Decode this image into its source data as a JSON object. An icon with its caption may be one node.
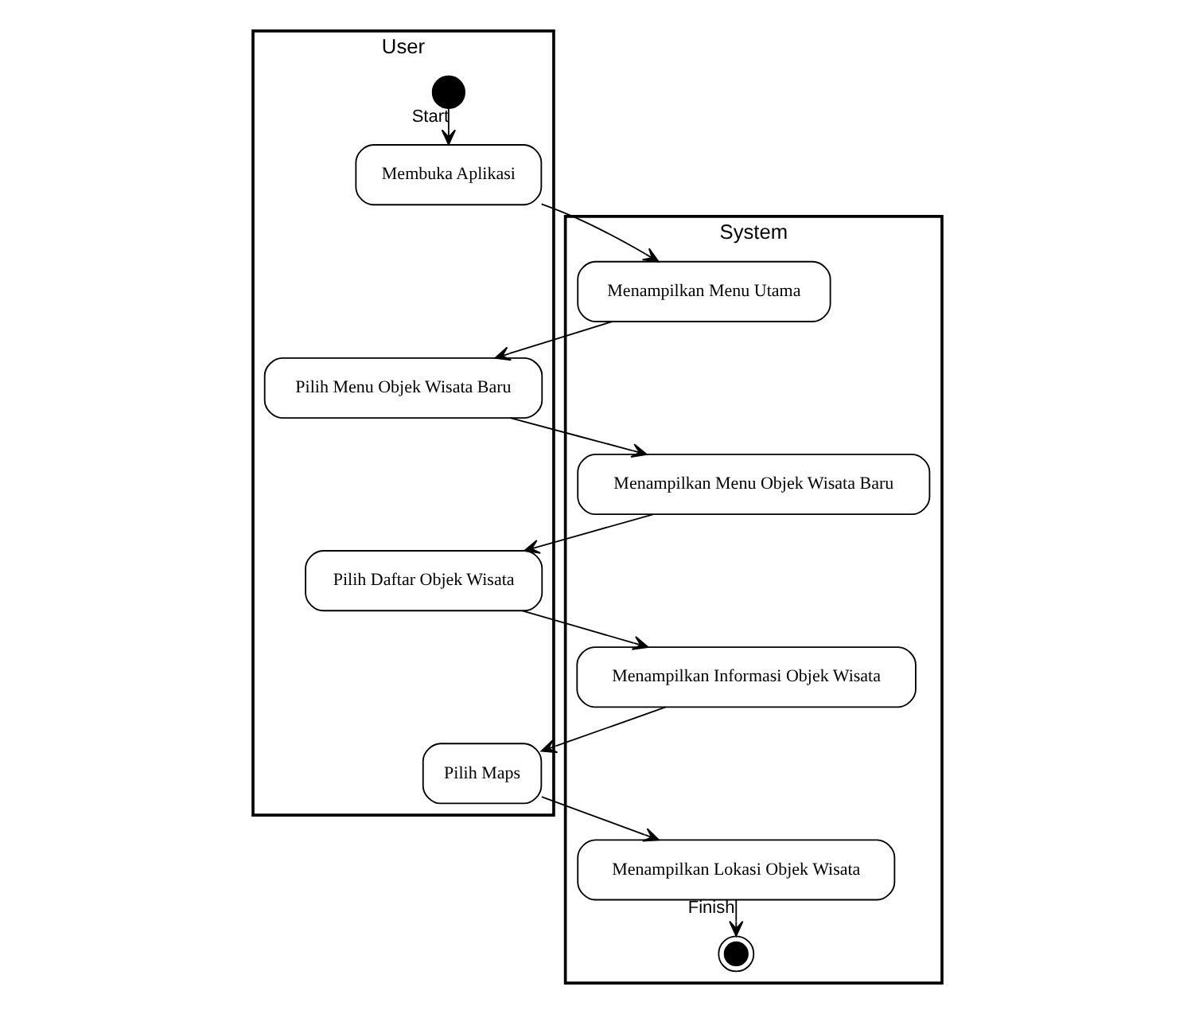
{
  "diagram": {
    "nodes": [
      {
        "text": [
          "User"
        ]
      },
      {
        "text": [
          "System"
        ]
      },
      {
        "text": [],
        "shape": "circle",
        "in": 0
      },
      {
        "text": [
          "Membuka Aplikasi"
        ],
        "in": 0
      },
      {
        "text": [
          "Menampilkan Menu Utama"
        ],
        "in": 1
      },
      {
        "text": [
          "Pilih Menu Objek Wisata Baru"
        ],
        "in": 0
      },
      {
        "text": [
          "Menampilkan Menu Objek Wisata Baru"
        ],
        "in": 1
      },
      {
        "text": [
          "Pilih Daftar Objek Wisata"
        ],
        "in": 0
      },
      {
        "text": [
          "Menampilkan Informasi Objek Wisata"
        ],
        "in": 1
      },
      {
        "text": [
          "Pilih Maps"
        ],
        "in": 0
      },
      {
        "text": [
          "Menampilkan Lokasi Objek Wisata"
        ],
        "in": 1
      },
      {
        "text": [],
        "shape": "bullseye",
        "in": 1
      }
    ],
    "edges": [
      {
        "from": 2,
        "to": 3,
        "arrow": "to",
        "label": "Start"
      },
      {
        "from": 3,
        "to": 4,
        "arrow": "to"
      },
      {
        "from": 4,
        "to": 5,
        "arrow": "to"
      },
      {
        "from": 5,
        "to": 6,
        "arrow": "to"
      },
      {
        "from": 6,
        "to": 7,
        "arrow": "to"
      },
      {
        "from": 7,
        "to": 8,
        "arrow": "to"
      },
      {
        "from": 8,
        "to": 9,
        "arrow": "to"
      },
      {
        "from": 9,
        "to": 10,
        "arrow": "to"
      },
      {
        "from": 10,
        "to": 11,
        "arrow": "to",
        "label": "Finish"
      }
    ]
  }
}
